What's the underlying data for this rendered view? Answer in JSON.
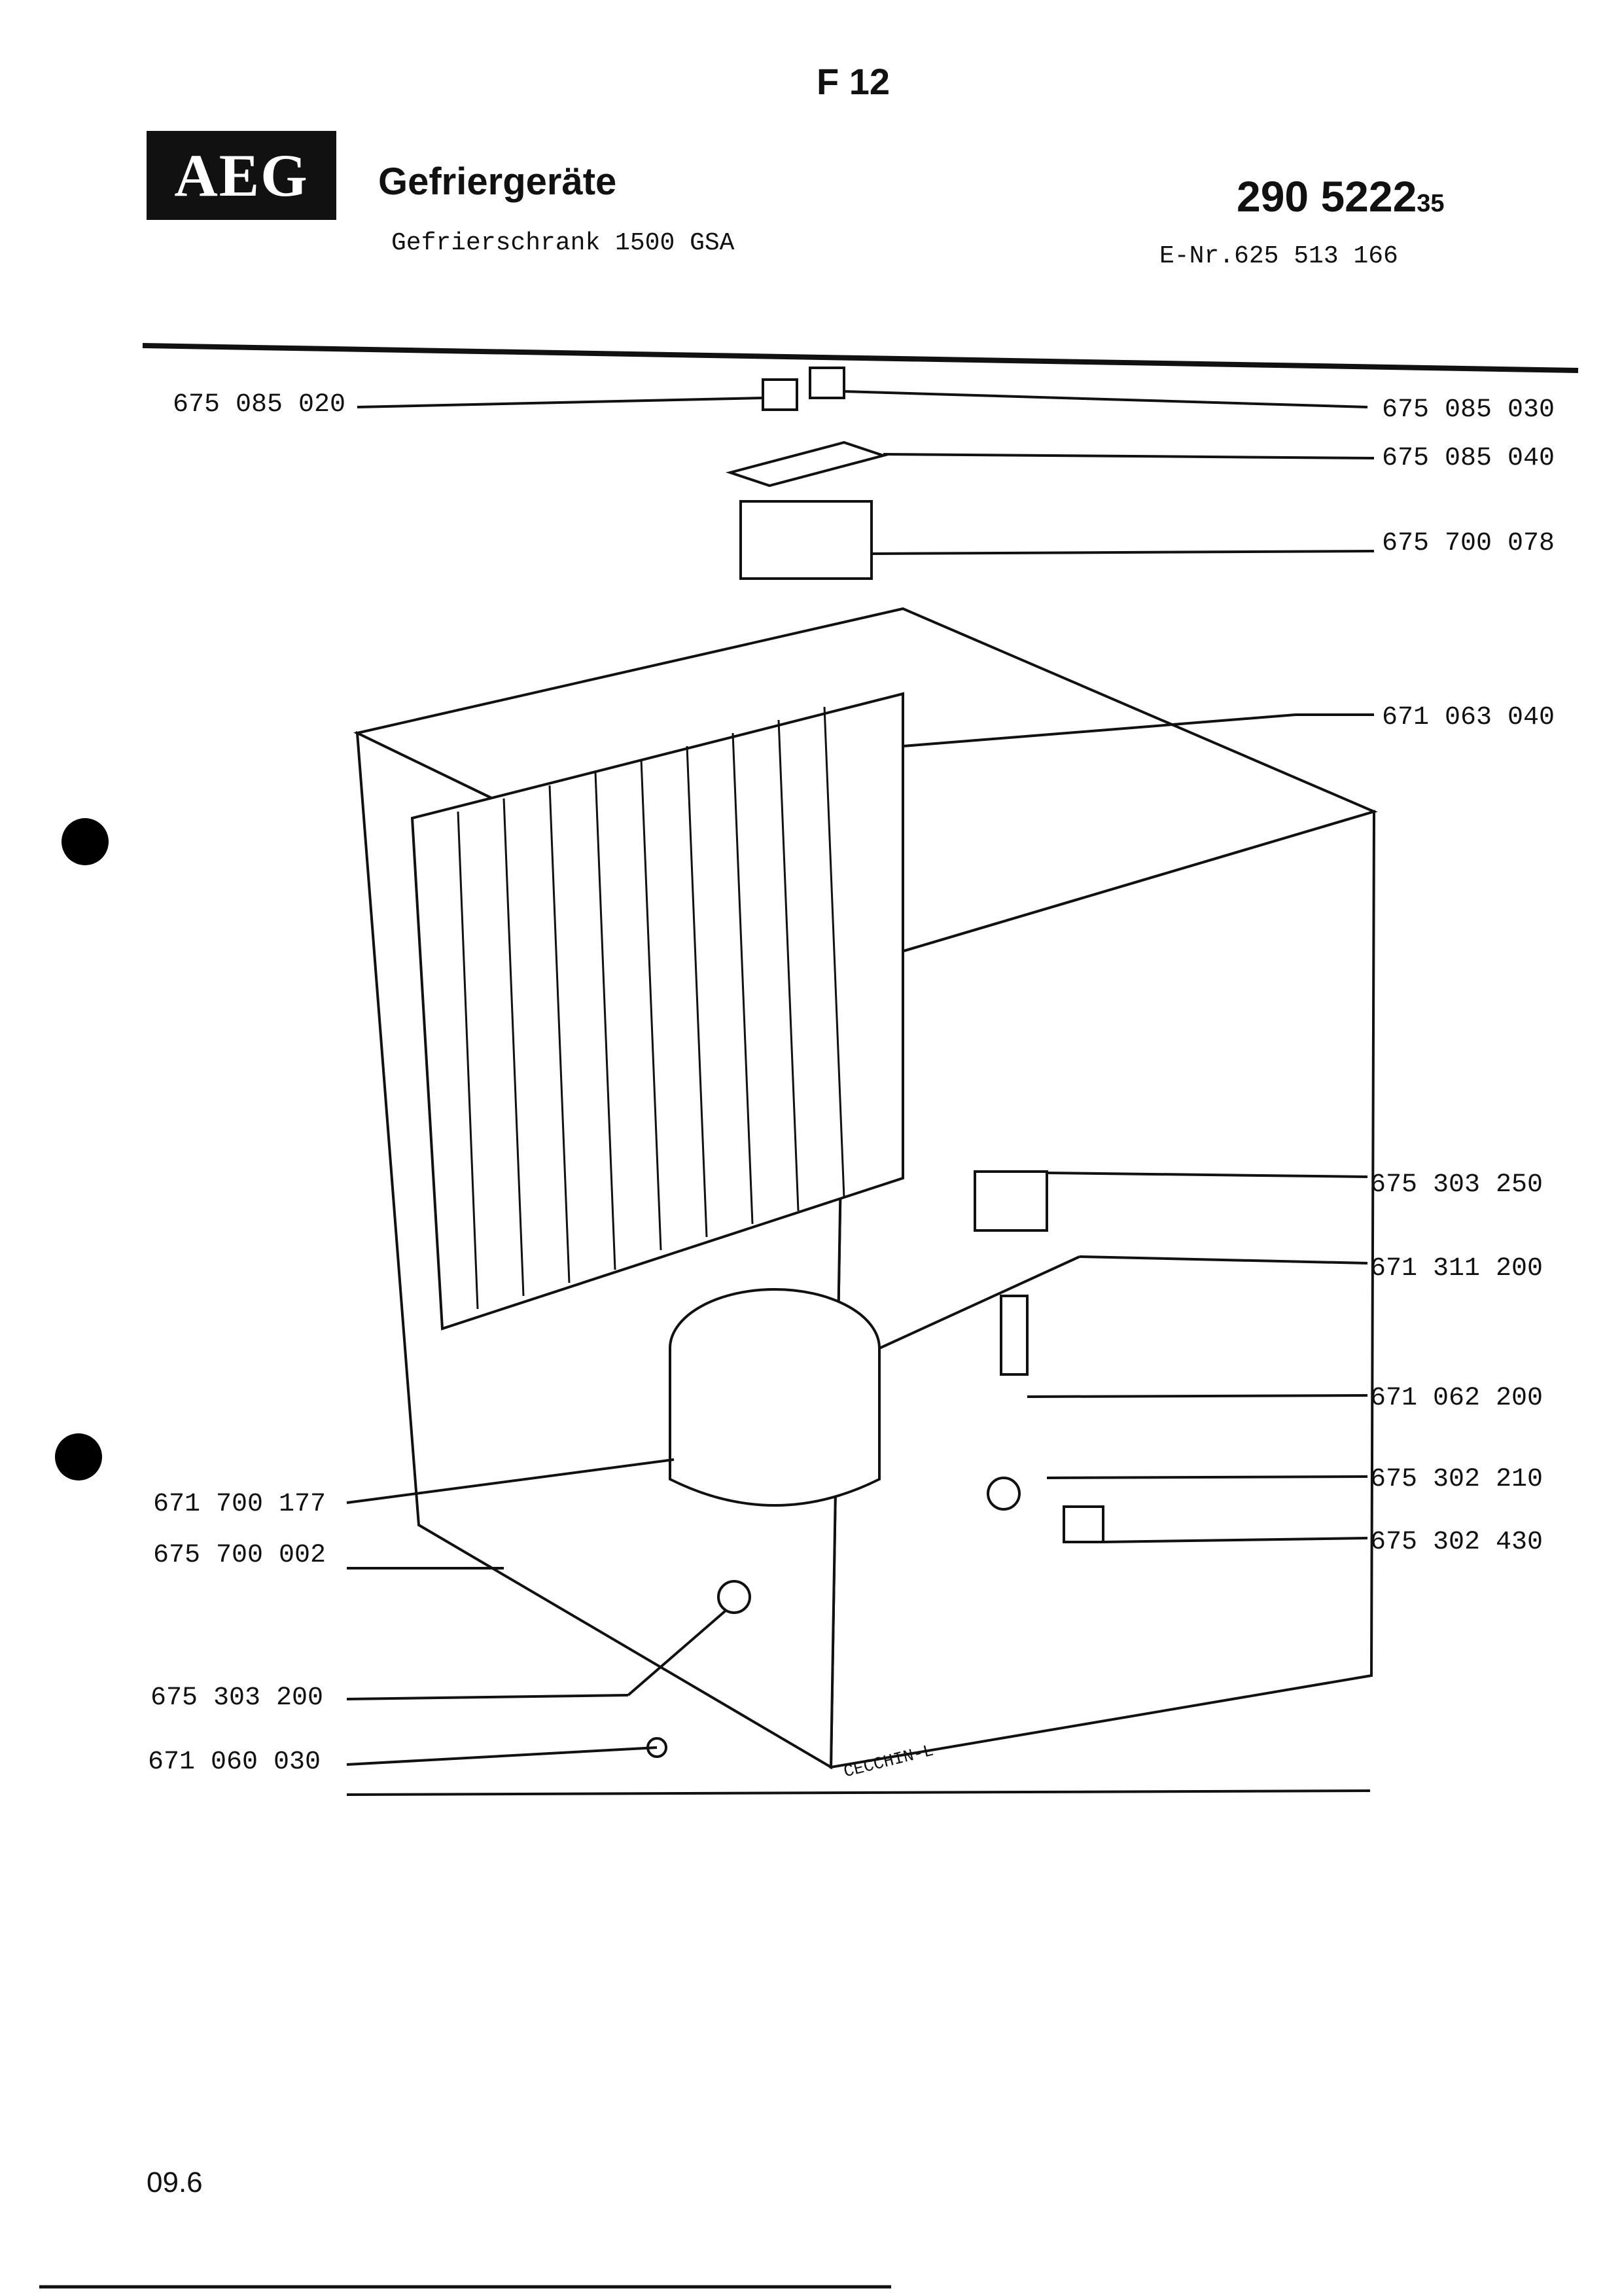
{
  "header": {
    "page_id": "F 12",
    "brand": "AEG",
    "category": "Gefriergeräte",
    "model": "Gefrierschrank 1500 GSA",
    "doc_number": "290 5222",
    "doc_suffix": "35",
    "e_number": "E-Nr.625 513 166"
  },
  "parts_left": [
    "675 085 020",
    "671 700 177",
    "675 700 002",
    "675 303 200",
    "671 060 030"
  ],
  "parts_right": [
    "675 085 030",
    "675 085 040",
    "675 700 078",
    "671 063 040",
    "675 303 250",
    "671 311 200",
    "671 062 200",
    "675 302 210",
    "675 302 430"
  ],
  "signature": "CECCHIN-L",
  "footer": {
    "date_code": "09.6"
  }
}
